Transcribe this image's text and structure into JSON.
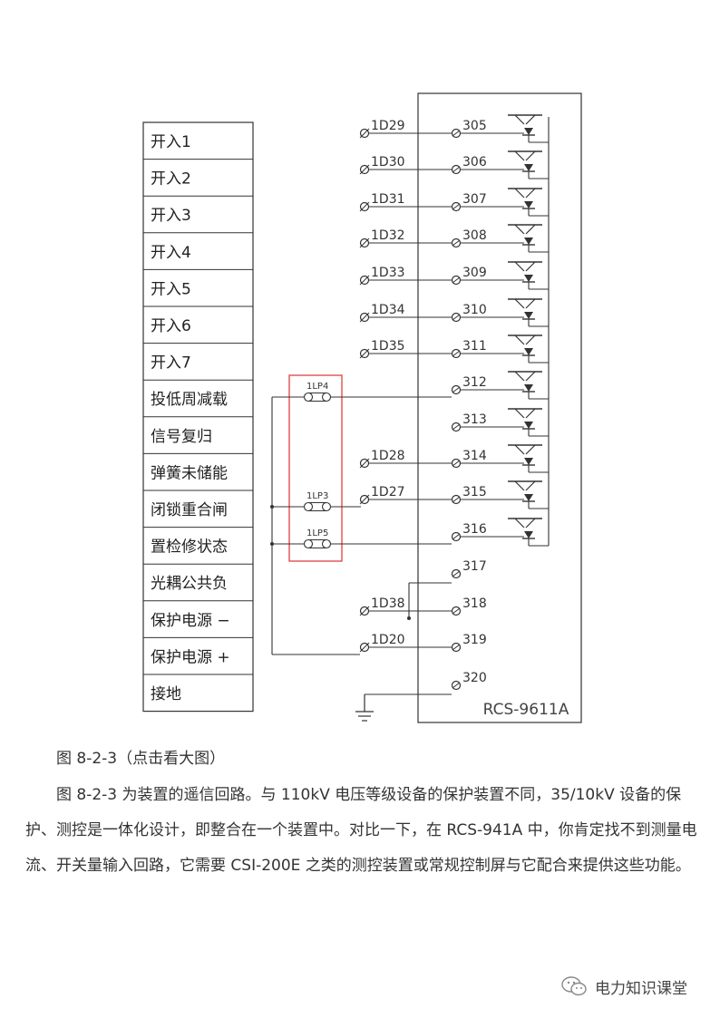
{
  "diagram": {
    "device_label": "RCS-9611A",
    "inputs": [
      "开入1",
      "开入2",
      "开入3",
      "开入4",
      "开入5",
      "开入6",
      "开入7",
      "投低周减载",
      "信号复归",
      "弹簧未储能",
      "闭锁重合闸",
      "置检修状态",
      "光耦公共负",
      "保护电源 −",
      "保护电源 +",
      "接地"
    ],
    "terminals_1d": [
      "1D29",
      "1D30",
      "1D31",
      "1D32",
      "1D33",
      "1D34",
      "1D35",
      "1D28",
      "1D27",
      "1D38",
      "1D20"
    ],
    "pins": [
      "305",
      "306",
      "307",
      "308",
      "309",
      "310",
      "311",
      "312",
      "313",
      "314",
      "315",
      "316",
      "317",
      "318",
      "319",
      "320"
    ],
    "pressure_plates": [
      "1LP4",
      "1LP3",
      "1LP5"
    ]
  },
  "caption": "图 8-2-3（点击看大图）",
  "paragraph": "图 8-2-3 为装置的遥信回路。与 110kV 电压等级设备的保护装置不同，35/10kV 设备的保护、测控是一体化设计，即整合在一个装置中。对比一下，在 RCS-941A 中，你肯定找不到测量电流、开关量输入回路，它需要 CSI-200E 之类的测控装置或常规控制屏与它配合来提供这些功能。",
  "watermark": "电力知识课堂"
}
